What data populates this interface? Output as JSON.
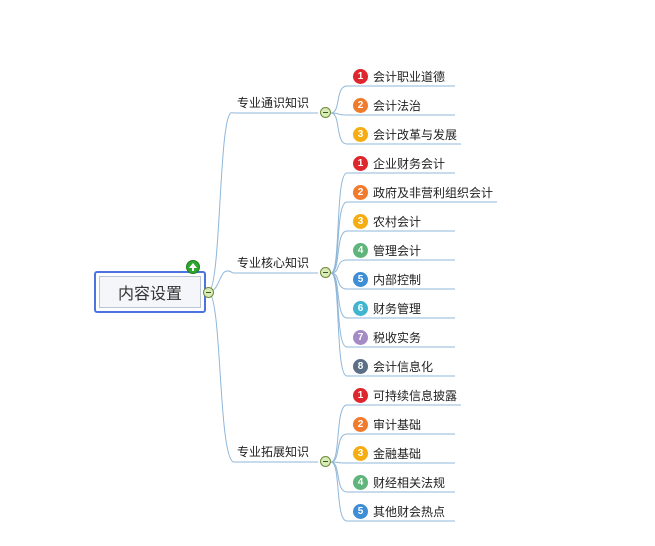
{
  "root": {
    "label": "内容设置"
  },
  "colors": {
    "line": "#8fb7d9",
    "badges": {
      "1": "#e0262d",
      "2": "#f07b2d",
      "3": "#f5ad12",
      "4": "#5fb57a",
      "5": "#3d8ed6",
      "6": "#3fb5cf",
      "7": "#a58bc6",
      "8": "#5c6f86"
    }
  },
  "branches": [
    {
      "label": "专业通识知识",
      "items": [
        "会计职业道德",
        "会计法治",
        "会计改革与发展"
      ]
    },
    {
      "label": "专业核心知识",
      "items": [
        "企业财务会计",
        "政府及非营利组织会计",
        "农村会计",
        "管理会计",
        "内部控制",
        "财务管理",
        "税收实务",
        "会计信息化"
      ]
    },
    {
      "label": "专业拓展知识",
      "items": [
        "可持续信息披露",
        "审计基础",
        "金融基础",
        "财经相关法规",
        "其他财会热点"
      ]
    }
  ]
}
